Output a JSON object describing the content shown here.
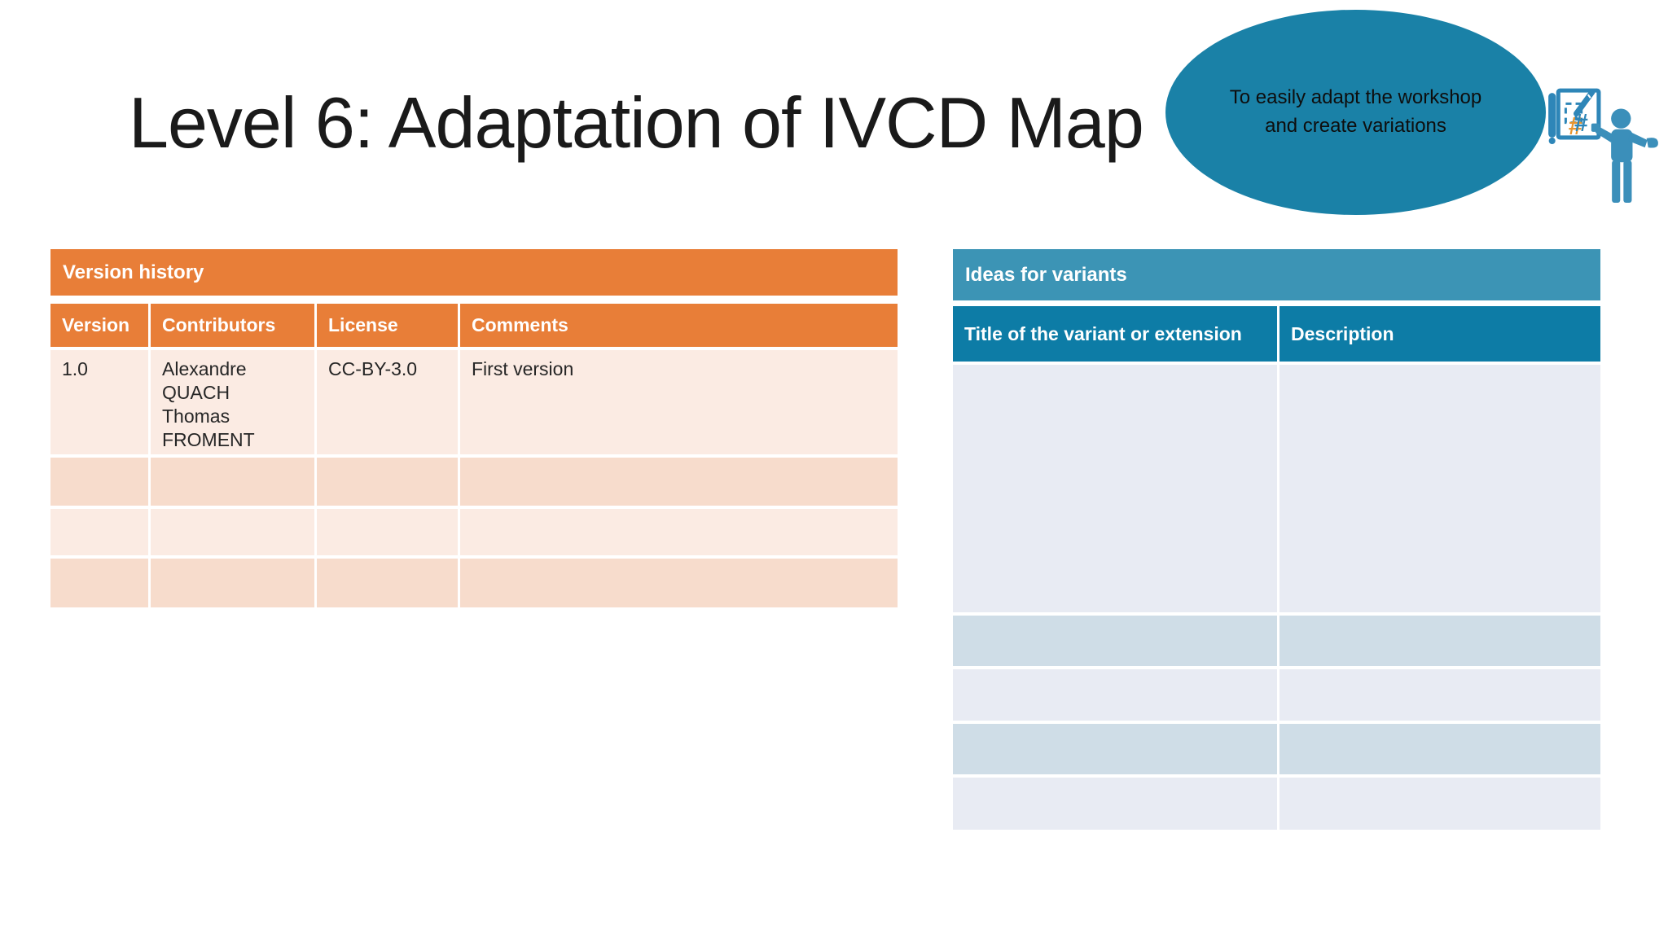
{
  "title": "Level 6: Adaptation of IVCD Map",
  "callout": {
    "lines": [
      "To easily adapt the workshop",
      "and create variations"
    ],
    "fill": "#1A81A7"
  },
  "presenter_icon": "person presenting at flipchart",
  "version_table": {
    "band_title": "Version history",
    "columns": [
      "Version",
      "Contributors",
      "License",
      "Comments"
    ],
    "rows": [
      {
        "version": "1.0",
        "contributors": "Alexandre\nQUACH\nThomas\nFROMENT",
        "license": "CC-BY-3.0",
        "comments": "First version"
      },
      {
        "version": "",
        "contributors": "",
        "license": "",
        "comments": ""
      },
      {
        "version": "",
        "contributors": "",
        "license": "",
        "comments": ""
      },
      {
        "version": "",
        "contributors": "",
        "license": "",
        "comments": ""
      }
    ]
  },
  "variants_table": {
    "band_title": "Ideas for variants",
    "columns": [
      "Title of the variant or extension",
      "Description"
    ],
    "rows": [
      {
        "title": "",
        "description": ""
      },
      {
        "title": "",
        "description": ""
      },
      {
        "title": "",
        "description": ""
      },
      {
        "title": "",
        "description": ""
      },
      {
        "title": "",
        "description": ""
      }
    ]
  },
  "colors": {
    "orange_header": "#E87E38",
    "orange_row_light": "#FBEBE3",
    "orange_row_dark": "#F7DCCC",
    "teal_band": "#3C94B5",
    "teal_header": "#0D7CA6",
    "teal_row_light": "#E8EBF3",
    "teal_row_dark": "#CFDDE7",
    "callout_fill": "#1A81A7",
    "icon_board_blue": "#2E86B8",
    "icon_person_blue": "#3B8FBA",
    "icon_hash_orange": "#E8952F",
    "text_dark": "#262626"
  }
}
